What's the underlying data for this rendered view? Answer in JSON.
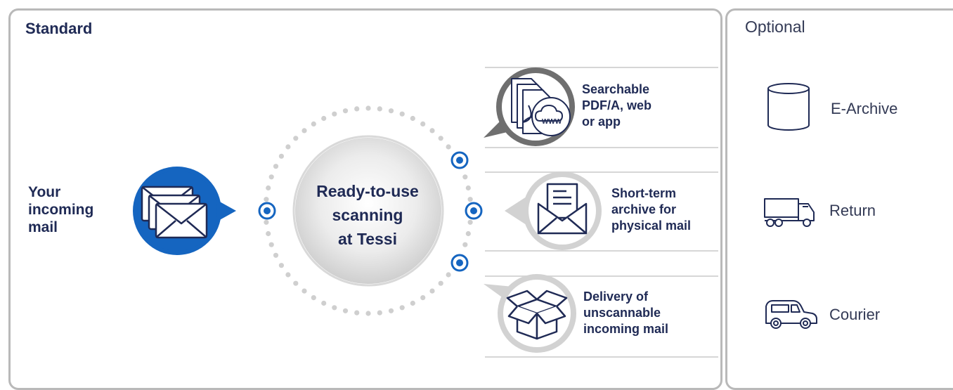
{
  "panels": {
    "standard_title": "Standard",
    "optional_title": "Optional"
  },
  "input": {
    "label_lines": [
      "Your",
      "incoming",
      "mail"
    ]
  },
  "center": {
    "label_lines": [
      "Ready-to-use",
      "scanning",
      "at Tessi"
    ]
  },
  "outputs": [
    {
      "icon": "document-cloud-icon",
      "label_lines": [
        "Searchable",
        "PDF/A, web",
        "or app"
      ],
      "badge": "WWW"
    },
    {
      "icon": "open-envelope-icon",
      "label_lines": [
        "Short-term",
        "archive for",
        "physical mail"
      ]
    },
    {
      "icon": "box-icon",
      "label_lines": [
        "Delivery of",
        "unscannable",
        "incoming mail"
      ]
    }
  ],
  "optional": [
    {
      "icon": "database-cylinder-icon",
      "label": "E-Archive"
    },
    {
      "icon": "truck-icon",
      "label": "Return"
    },
    {
      "icon": "car-icon",
      "label": "Courier"
    }
  ],
  "colors": {
    "navy": "#1f2a55",
    "blue": "#1565c0",
    "gray_border": "#b9b9b9",
    "light_gray": "#d2d2d2"
  }
}
